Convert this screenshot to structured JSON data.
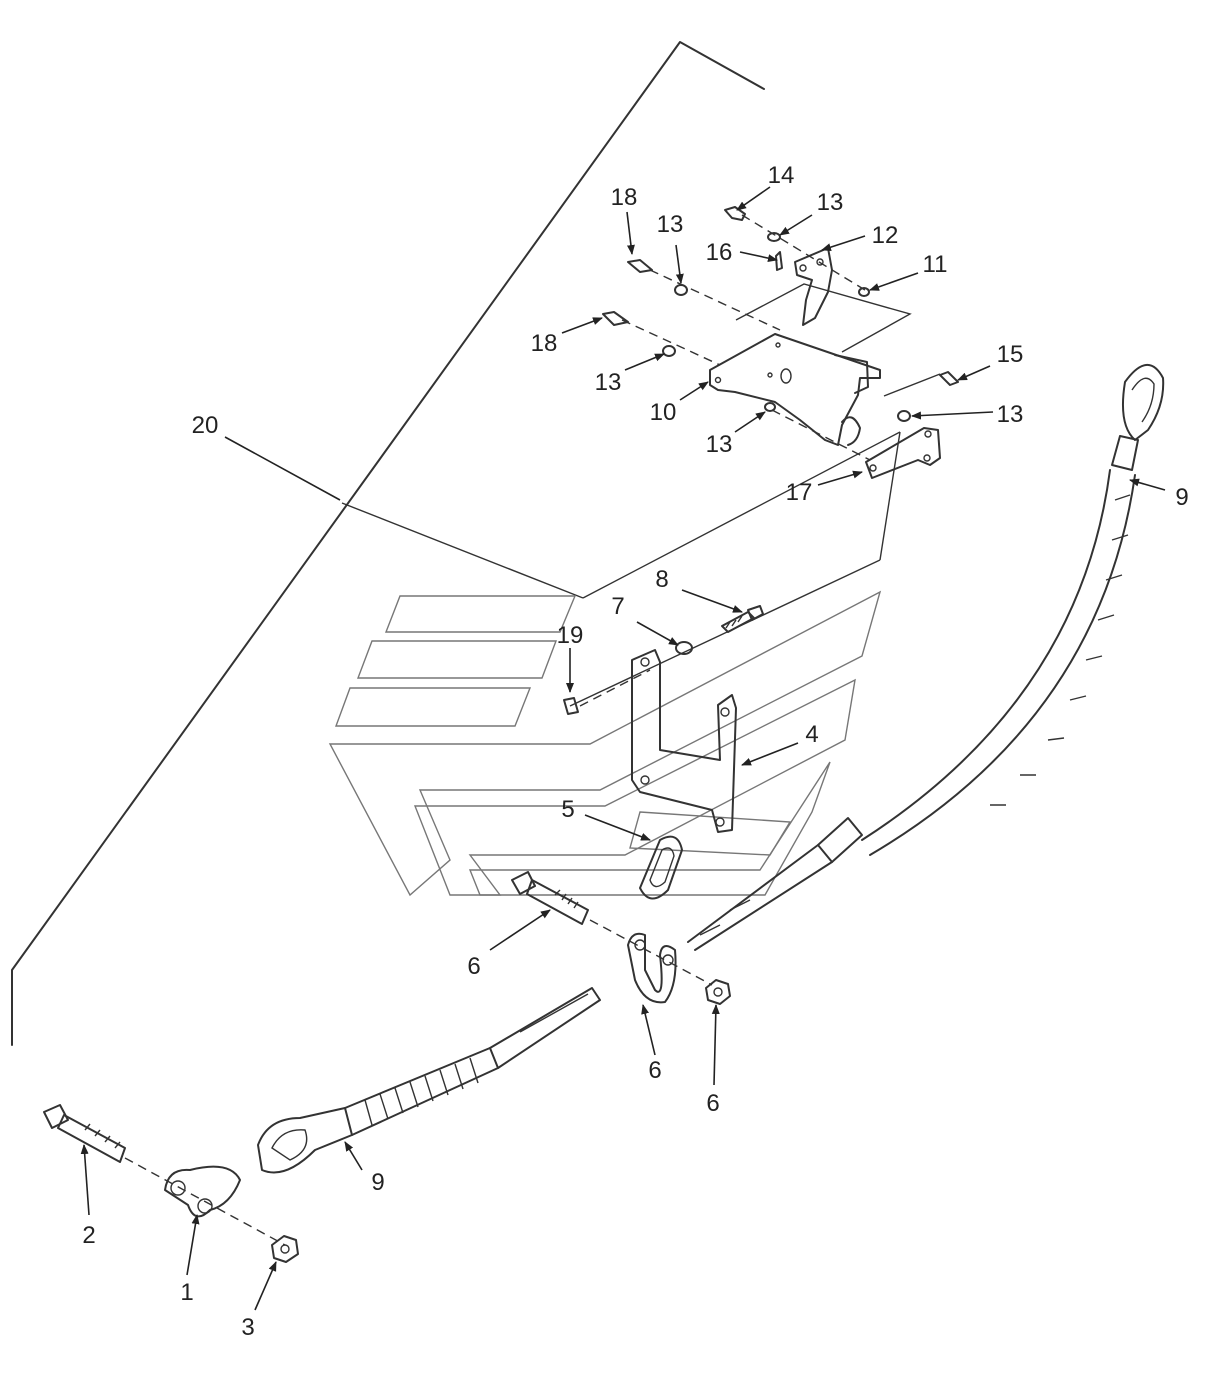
{
  "callouts": [
    {
      "text": "1"
    },
    {
      "text": "2"
    },
    {
      "text": "3"
    },
    {
      "text": "4"
    },
    {
      "text": "5"
    },
    {
      "text": "6"
    },
    {
      "text": "6"
    },
    {
      "text": "6"
    },
    {
      "text": "7"
    },
    {
      "text": "8"
    },
    {
      "text": "9"
    },
    {
      "text": "9"
    },
    {
      "text": "10"
    },
    {
      "text": "11"
    },
    {
      "text": "12"
    },
    {
      "text": "13"
    },
    {
      "text": "13"
    },
    {
      "text": "13"
    },
    {
      "text": "13"
    },
    {
      "text": "13"
    },
    {
      "text": "14"
    },
    {
      "text": "15"
    },
    {
      "text": "16"
    },
    {
      "text": "17"
    },
    {
      "text": "18"
    },
    {
      "text": "18"
    },
    {
      "text": "19"
    },
    {
      "text": "20"
    }
  ],
  "colors": {
    "line": "#333333",
    "watermark": "#777777",
    "background": "#ffffff"
  }
}
